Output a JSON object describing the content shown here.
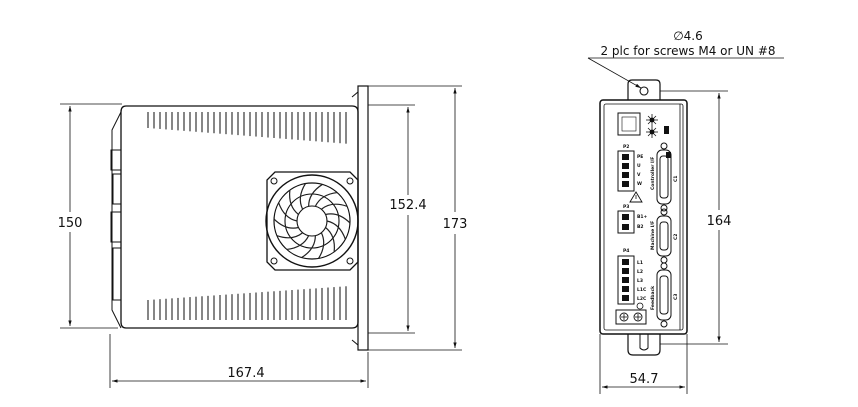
{
  "dimensions": {
    "side_height": "150",
    "side_inner_height": "152.4",
    "side_total_height": "173",
    "side_depth": "167.4",
    "front_height": "164",
    "front_width": "54.7"
  },
  "note": {
    "hole_diameter": "∅4.6",
    "screws": "2 plc for screws M4 or UN #8"
  },
  "front_labels": {
    "p2": "P2",
    "pe": "PE",
    "u": "U",
    "v": "V",
    "w": "W",
    "p3": "P3",
    "b1": "B1+",
    "b2": "B2",
    "p4": "P4",
    "l1": "L1",
    "l2": "L2",
    "l3": "L3",
    "l1c": "L1C",
    "l2c": "L2C",
    "controller_if": "Controller I/F",
    "machine_if": "Machine I/F",
    "feedback": "Feedback",
    "c1": "C1",
    "c2": "C2",
    "c3": "C3"
  }
}
